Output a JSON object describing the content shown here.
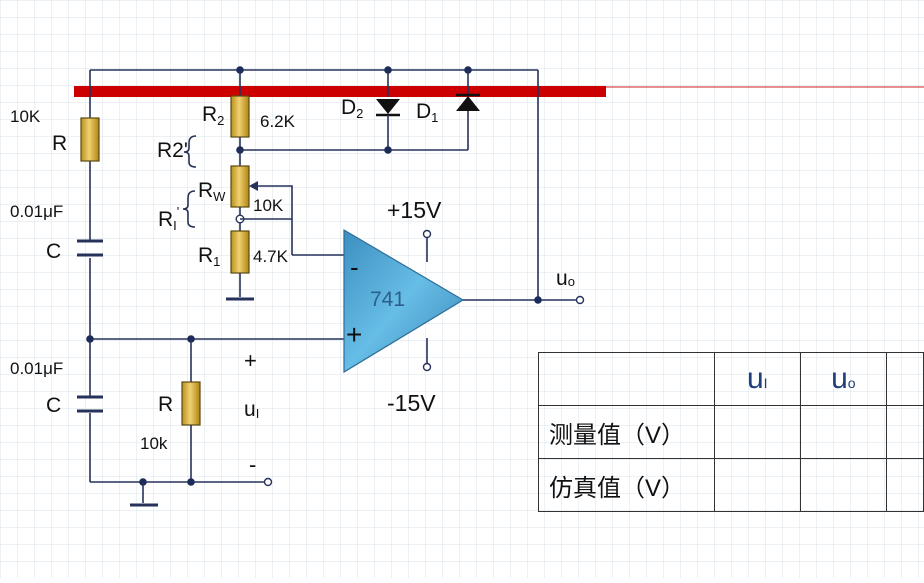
{
  "circuit": {
    "r_left_value": "10K",
    "r_left_name": "R",
    "c_top_value": "0.01μF",
    "c_top_name": "C",
    "c_bottom_value": "0.01μF",
    "c_bottom_name": "C",
    "r_bottom_name": "R",
    "r_bottom_value": "10k",
    "r2_name": "R",
    "r2_sub": "2",
    "r2_value": "6.2K",
    "r2p_label": "R2'",
    "rw_name": "R",
    "rw_sub": "W",
    "rw_value": "10K",
    "ri_label": "R",
    "ri_sub": "I",
    "ri_prime": "'",
    "r1_name": "R",
    "r1_sub": "1",
    "r1_value": "4.7K",
    "d2_name": "D",
    "d2_sub": "2",
    "d1_name": "D",
    "d1_sub": "1",
    "opamp_label": "741",
    "minus_sign": "-",
    "plus_sign": "+",
    "vpos": "+15V",
    "vneg": "-15V",
    "uo_label": "u",
    "uo_sub": "o",
    "ui_label": "u",
    "ui_sub": "I",
    "ui_plus": "+",
    "ui_minus": "-"
  },
  "table": {
    "col_ui": "u",
    "col_ui_sub": "I",
    "col_uo": "u",
    "col_uo_sub": "o",
    "row_measured": "测量值（V）",
    "row_simulated": "仿真值（V）"
  },
  "colors": {
    "red_bar": "#cc0000",
    "opamp_fill": "#5fb2dc",
    "resistor": "#d8b040"
  }
}
